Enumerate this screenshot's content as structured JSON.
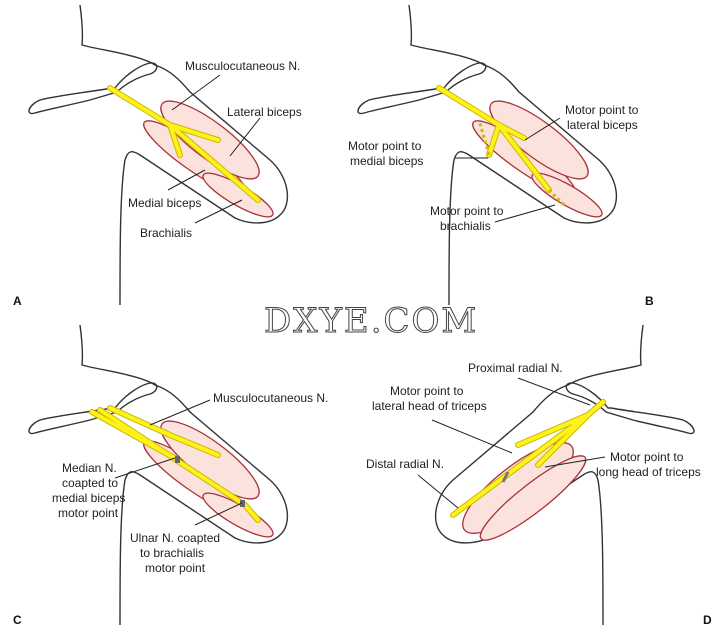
{
  "watermark": "DXYE.COM",
  "panels": {
    "A": {
      "letter": "A",
      "labels": {
        "musculocutaneous": "Musculocutaneous N.",
        "lateral_biceps": "Lateral biceps",
        "medial_biceps": "Medial biceps",
        "brachialis": "Brachialis"
      }
    },
    "B": {
      "letter": "B",
      "labels": {
        "lateral_1": "Motor point to",
        "lateral_2": "lateral biceps",
        "medial_1": "Motor point to",
        "medial_2": "medial biceps",
        "brach_1": "Motor point to",
        "brach_2": "brachialis"
      }
    },
    "C": {
      "letter": "C",
      "labels": {
        "musculocutaneous": "Musculocutaneous N.",
        "median_1": "Median N.",
        "median_2": "coapted to",
        "median_3": "medial biceps",
        "median_4": "motor point",
        "ulnar_1": "Ulnar N. coapted",
        "ulnar_2": "to brachialis",
        "ulnar_3": "motor point"
      }
    },
    "D": {
      "letter": "D",
      "labels": {
        "proximal": "Proximal radial N.",
        "lateral_1": "Motor point to",
        "lateral_2": "lateral head of triceps",
        "distal": "Distal radial N.",
        "long_1": "Motor point to",
        "long_2": "long head of triceps"
      }
    }
  },
  "colors": {
    "nerve": "#fff21a",
    "muscle_fill": "#fbe2dd",
    "muscle_stroke": "#a8313a"
  }
}
